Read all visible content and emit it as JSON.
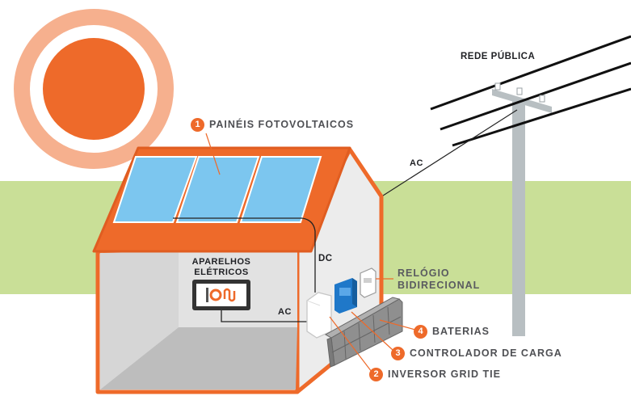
{
  "labels": {
    "grid": "REDE PÚBLICA",
    "ac_grid": "AC",
    "dc": "DC",
    "ac_house": "AC",
    "appliances_line1": "APARELHOS",
    "appliances_line2": "ELÉTRICOS",
    "meter_line1": "RELÓGIO",
    "meter_line2": "BIDIRECIONAL"
  },
  "components": [
    {
      "number": "1",
      "label": "PAINÉIS FOTOVOLTAICOS"
    },
    {
      "number": "2",
      "label": "INVERSOR GRID TIE"
    },
    {
      "number": "3",
      "label": "CONTROLADOR DE CARGA"
    },
    {
      "number": "4",
      "label": "BATERIAS"
    }
  ],
  "colors": {
    "accent": "#ee6a2a",
    "sun_halo": "#f6b08e",
    "ground": "#c9df97",
    "panel": "#7cc6ef",
    "wall": "#ececec",
    "pole": "#b8bfc2"
  }
}
